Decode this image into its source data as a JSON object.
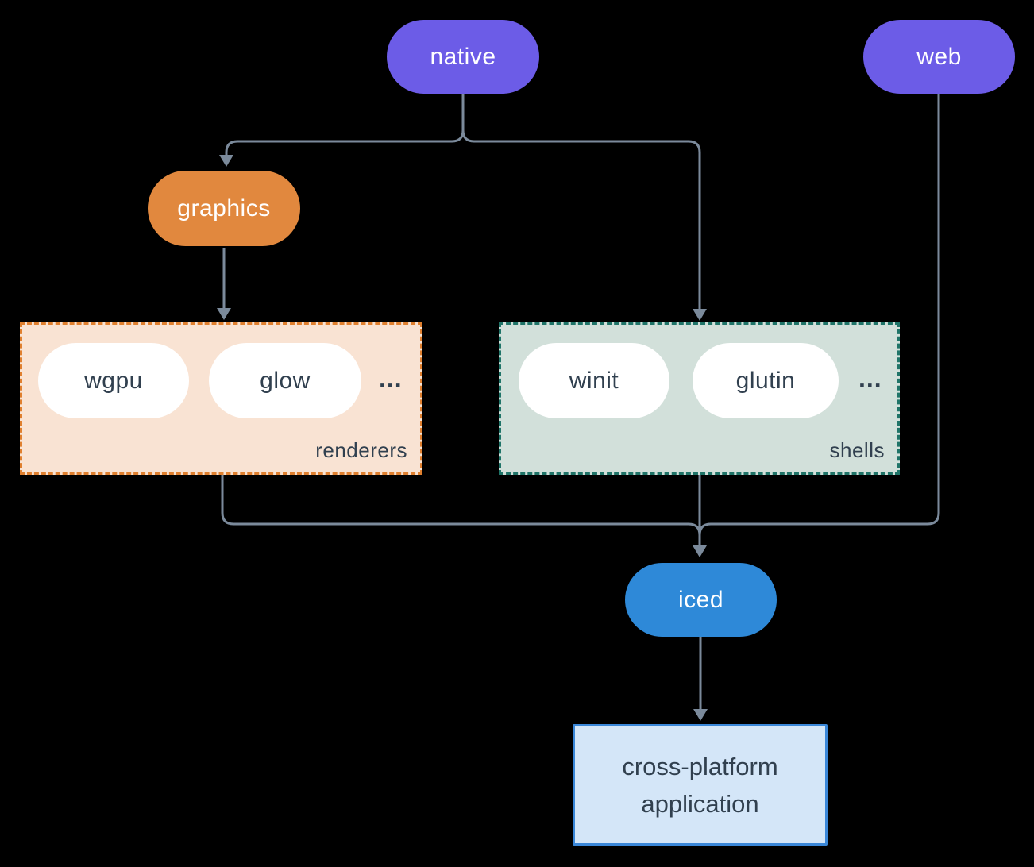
{
  "nodes": {
    "native": "native",
    "web": "web",
    "graphics": "graphics",
    "iced": "iced",
    "application": "cross-platform application"
  },
  "groups": {
    "renderers": {
      "label": "renderers",
      "items": [
        "wgpu",
        "glow"
      ],
      "more": "..."
    },
    "shells": {
      "label": "shells",
      "items": [
        "winit",
        "glutin"
      ],
      "more": "..."
    }
  },
  "colors": {
    "background": "#000000",
    "platform_pill": "#6c5ce7",
    "graphics_pill": "#e1883e",
    "iced_pill": "#2e89d8",
    "item_pill_bg": "#ffffff",
    "dark_text": "#31404f",
    "renderers_bg": "#f9e3d3",
    "renderers_border": "#e0802f",
    "shells_bg": "#d2e0da",
    "shells_border": "#1f7468",
    "connector": "#7b8a9b",
    "app_box_bg": "#d4e6f8",
    "app_box_border": "#3a87d8"
  }
}
